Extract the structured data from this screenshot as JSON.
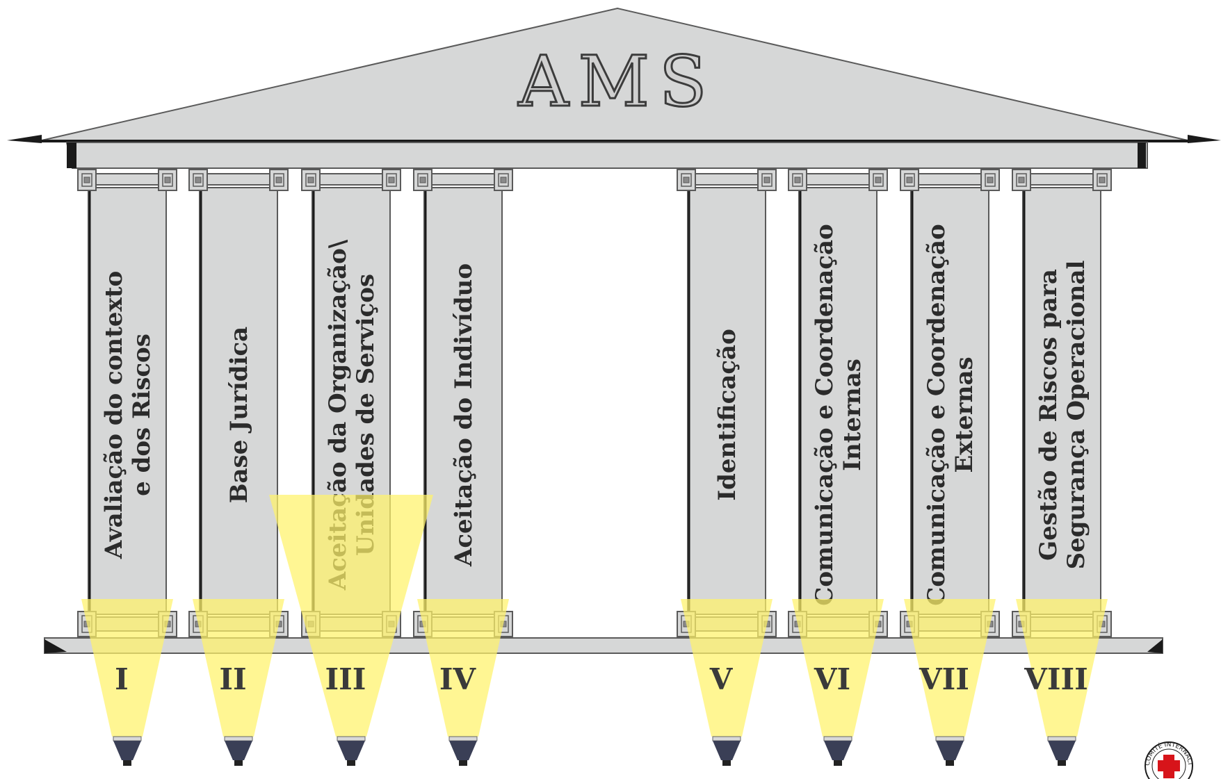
{
  "title": "AMS",
  "pillars": [
    {
      "numeral": "I",
      "lines": [
        "Avaliação do contexto",
        "e dos Riscos"
      ]
    },
    {
      "numeral": "II",
      "lines": [
        "Base Jurídica"
      ]
    },
    {
      "numeral": "III",
      "lines": [
        "Aceitação da Organização\\",
        "Unidades de Serviços"
      ]
    },
    {
      "numeral": "IV",
      "lines": [
        "Aceitação do Indivíduo"
      ]
    },
    {
      "numeral": "V",
      "lines": [
        "Identificação"
      ]
    },
    {
      "numeral": "VI",
      "lines": [
        "Comunicação e Coordenação",
        "Internas"
      ]
    },
    {
      "numeral": "VII",
      "lines": [
        "Comunicação e Coordenação",
        "Externas"
      ]
    },
    {
      "numeral": "VIII",
      "lines": [
        "Gestão de Riscos para",
        "Segurança Operacional"
      ]
    }
  ],
  "colors": {
    "stone": "#d6d7d7",
    "stone_edge": "#5a5a5a",
    "dark": "#1a1a1a",
    "beam": "#fff36a",
    "lamp": "#3a3f56"
  },
  "logo_text": "COMITÉ INTERNACIONAL"
}
